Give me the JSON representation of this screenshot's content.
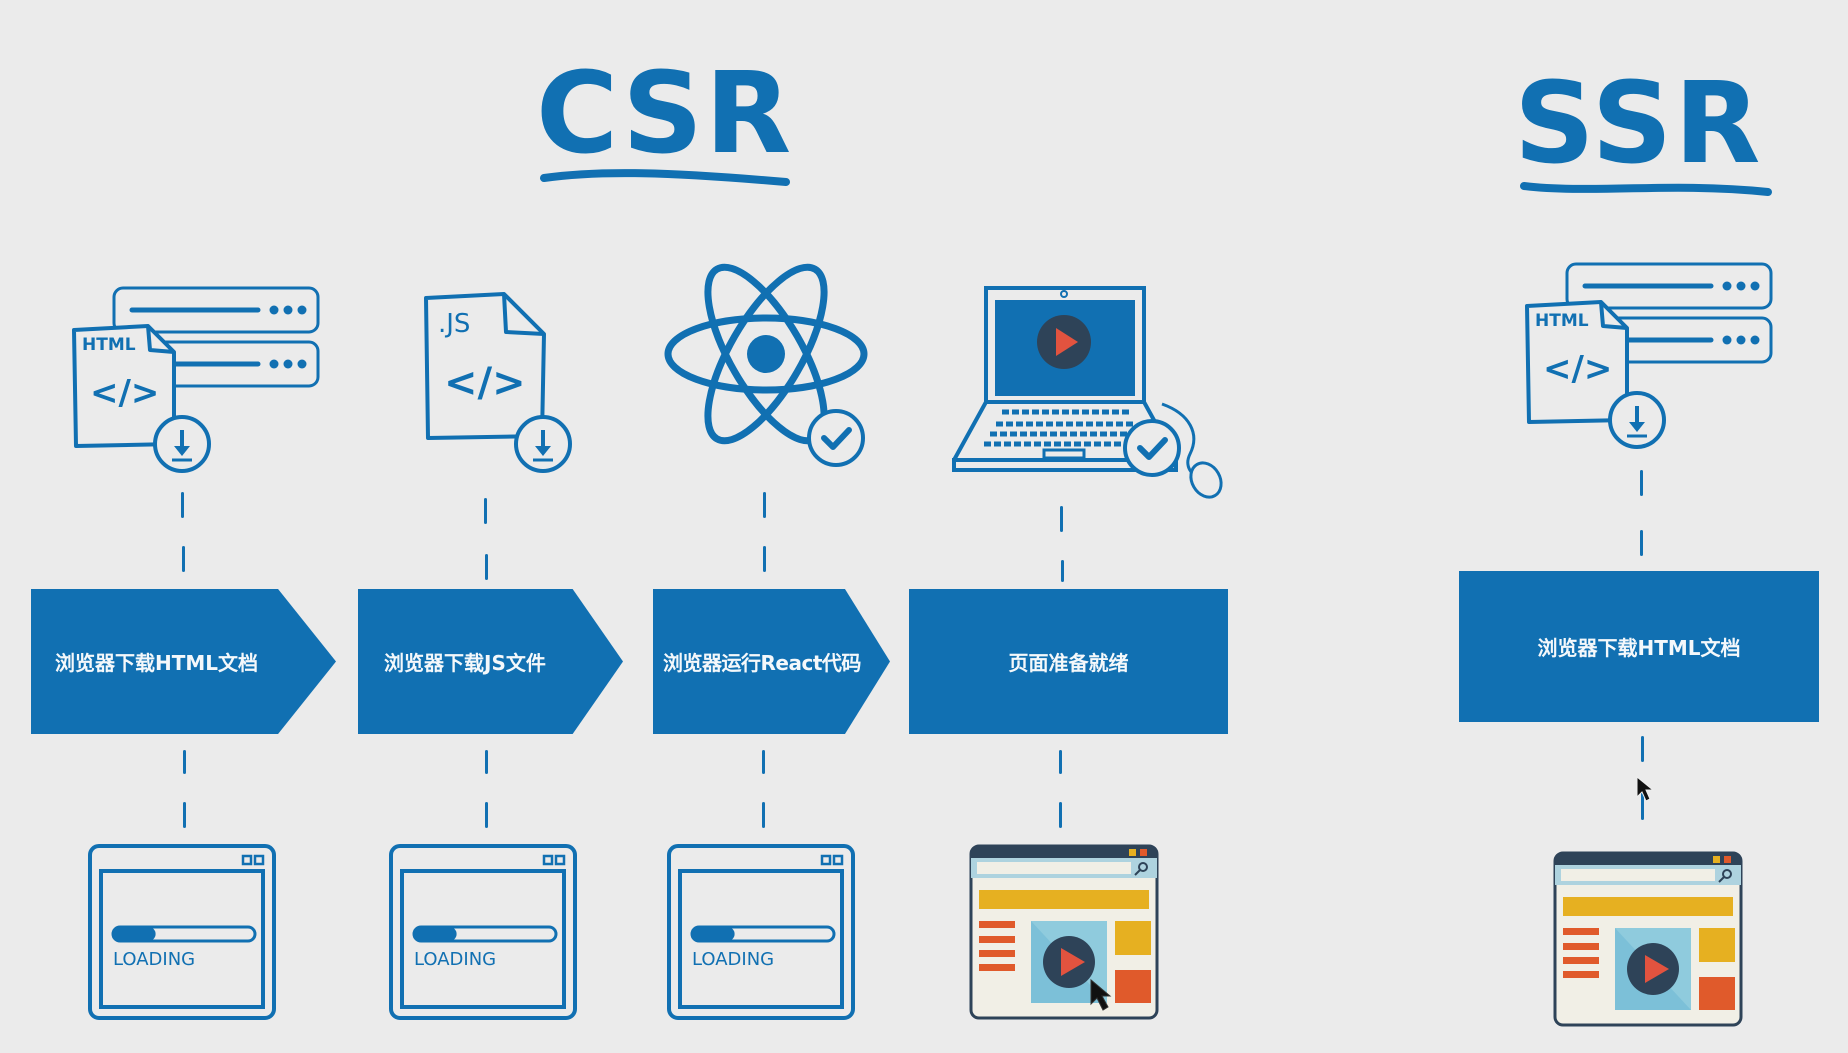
{
  "csr": {
    "title": "CSR",
    "steps": [
      {
        "label": "浏览器下载HTML文档",
        "icon": "html-download-icon",
        "state": "loading"
      },
      {
        "label": "浏览器下载JS文件",
        "icon": "js-download-icon",
        "state": "loading"
      },
      {
        "label": "浏览器运行React代码",
        "icon": "react-atom-icon",
        "state": "loading"
      },
      {
        "label": "页面准备就绪",
        "icon": "laptop-ready-icon",
        "state": "ready"
      }
    ]
  },
  "ssr": {
    "title": "SSR",
    "steps": [
      {
        "label": "浏览器下载HTML文档",
        "icon": "html-download-icon",
        "state": "ready"
      }
    ]
  },
  "icon_text": {
    "html": "HTML",
    "js": ".JS",
    "code": "</>"
  },
  "loading": {
    "label": "LOADING",
    "progress": 0.3
  },
  "colors": {
    "background": "#ebebeb",
    "primary_blue": "#1170b2",
    "box_text": "#f4f8fb",
    "dark_navy": "#2e4358",
    "play_red": "#e2533f",
    "yellow": "#e6b021",
    "orange": "#e05a2b",
    "light_blue": "#7cc0d8",
    "page_bg": "#f1efe6"
  }
}
